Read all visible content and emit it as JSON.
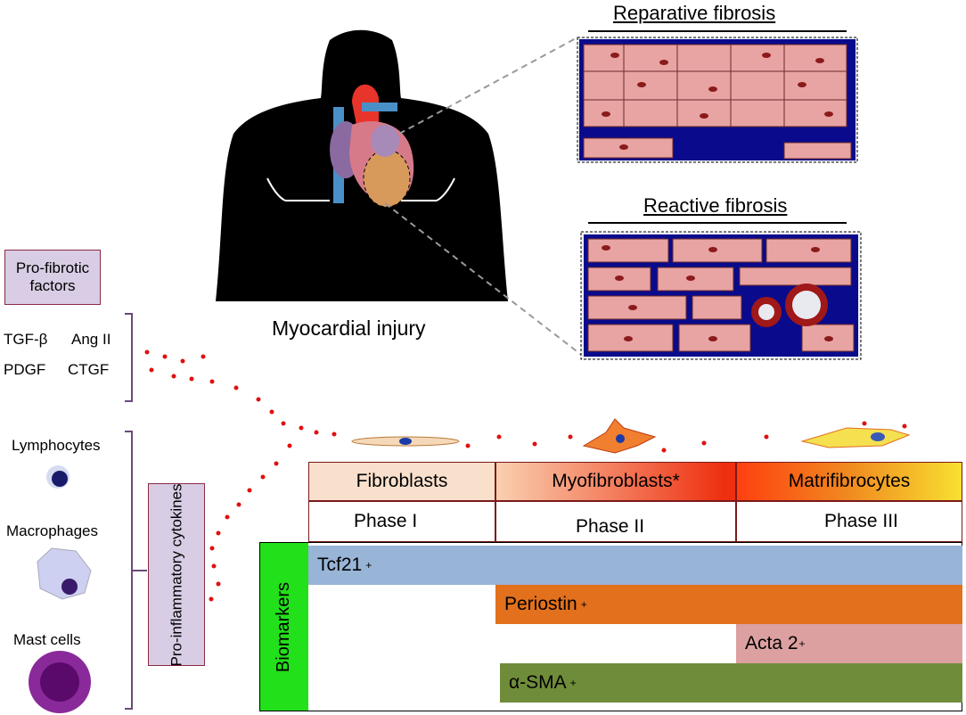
{
  "top": {
    "reparative_title": "Reparative fibrosis",
    "reactive_title": "Reactive fibrosis",
    "injury_label": "Myocardial injury"
  },
  "left": {
    "pro_fibrotic_box": "Pro-fibrotic factors",
    "factors": [
      "TGF-β",
      "Ang II",
      "PDGF",
      "CTGF"
    ],
    "cells": [
      "Lymphocytes",
      "Macrophages",
      "Mast cells"
    ],
    "cytokines_box": "Pro-inflammatory cytokines"
  },
  "table": {
    "headers": [
      "Fibroblasts",
      "Myofibroblasts*",
      "Matrifibrocytes"
    ],
    "phases": [
      "Phase I",
      "Phase II",
      "Phase III"
    ],
    "biomarkers_label": "Biomarkers",
    "markers": [
      {
        "name": "Tcf21",
        "sup": "+"
      },
      {
        "name": "Periostin",
        "sup": "+"
      },
      {
        "name": "Acta 2",
        "sup": "+"
      },
      {
        "name": "α-SMA",
        "sup": "+"
      }
    ]
  },
  "colors": {
    "tissue": "#e8a3a3",
    "fibrosis": "#0a0a8c",
    "tcf21": "#98b4d6",
    "periostin": "#e2701c",
    "acta2": "#dca0a0",
    "asma": "#6f8c3a",
    "biomarkers_green": "#22e01a"
  }
}
